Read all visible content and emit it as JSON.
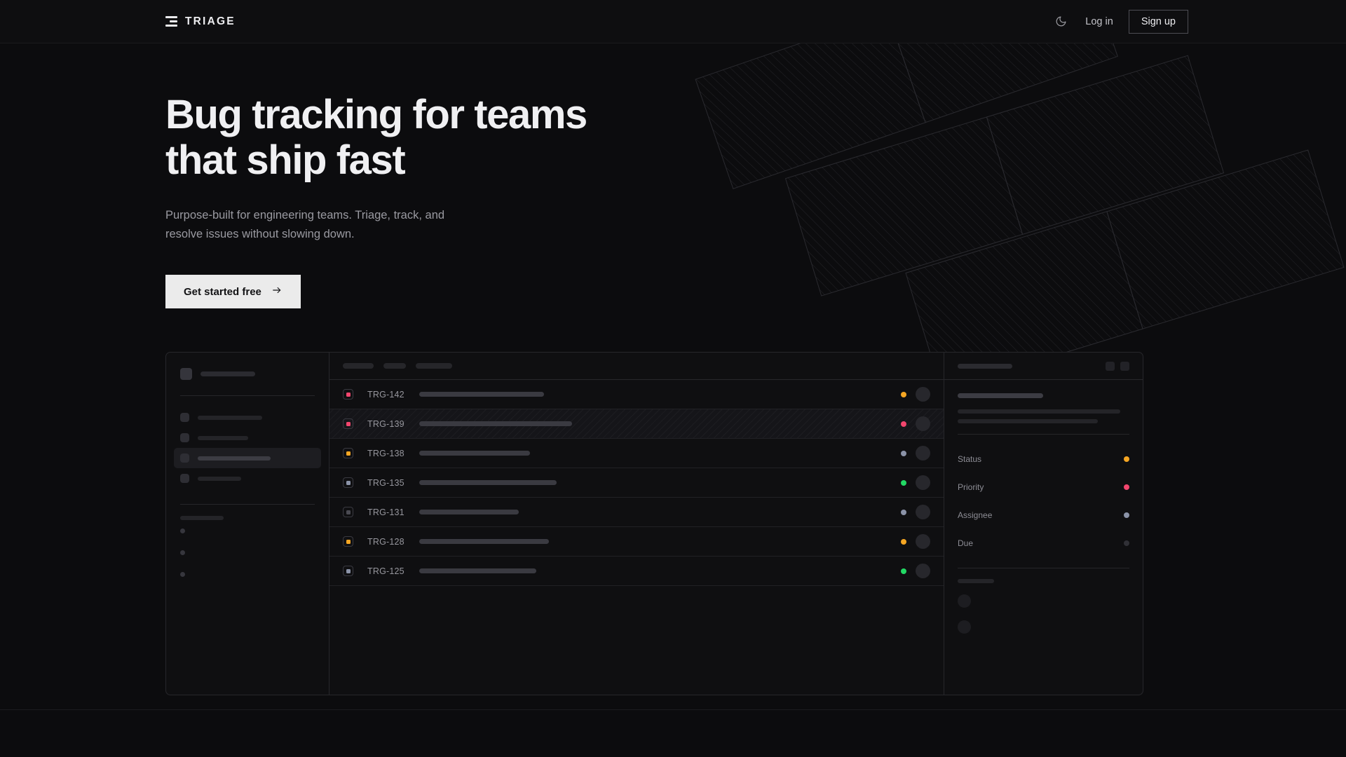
{
  "nav": {
    "brand": "TRIAGE",
    "theme_toggle_icon": "moon-icon",
    "login_label": "Log in",
    "signup_label": "Sign up"
  },
  "hero": {
    "headline_line1": "Bug tracking for teams",
    "headline_line2": "that ship fast",
    "subtext_line1": "Purpose-built for engineering teams. Triage, track, and",
    "subtext_line2": "resolve issues without slowing down.",
    "cta_label": "Get started free",
    "cta_icon": "arrow-right-icon"
  },
  "app_preview": {
    "sidebar": {
      "workspace_placeholder": true,
      "nav_item_count": 4,
      "active_nav_index": 2,
      "project_dot_count": 3
    },
    "toolbar": {
      "pill_widths": [
        44,
        32,
        52
      ]
    },
    "table": {
      "columns": [
        "id",
        "title",
        "status",
        "assignee"
      ],
      "rows": [
        {
          "id": "TRG-142",
          "badge_color": "#f2466e",
          "status_color": "#f5a623",
          "selected": false,
          "title_width": 178
        },
        {
          "id": "TRG-139",
          "badge_color": "#f2466e",
          "status_color": "#f2466e",
          "selected": true,
          "title_width": 218
        },
        {
          "id": "TRG-138",
          "badge_color": "#f5a623",
          "status_color": "#8b93a8",
          "selected": false,
          "title_width": 158
        },
        {
          "id": "TRG-135",
          "badge_color": "#8b93a8",
          "status_color": "#22d964",
          "selected": false,
          "title_width": 196
        },
        {
          "id": "TRG-131",
          "badge_color": "#4a4a52",
          "status_color": "#8b93a8",
          "selected": false,
          "title_width": 142
        },
        {
          "id": "TRG-128",
          "badge_color": "#f5a623",
          "status_color": "#f5a623",
          "selected": false,
          "title_width": 185
        },
        {
          "id": "TRG-125",
          "badge_color": "#8b93a8",
          "status_color": "#22d964",
          "selected": false,
          "title_width": 167
        }
      ]
    },
    "detail": {
      "header_title_width": 78,
      "header_buttons": 2,
      "title_skeleton_width": 122,
      "body_line_widths": [
        232,
        200
      ],
      "fields": [
        {
          "label": "Status",
          "value_color": "#f5a623"
        },
        {
          "label": "Priority",
          "value_color": "#f2466e"
        },
        {
          "label": "Assignee",
          "value_color": "#8b93a8"
        },
        {
          "label": "Due",
          "value_color": "#303036"
        }
      ],
      "activity_label_width": 52,
      "activity_item_count": 2
    }
  },
  "theme": {
    "background": "#0c0c0e",
    "panel": "#0f0f11",
    "border": "#27272b",
    "text_primary": "#f0f0f2",
    "text_muted": "#9a9aa1",
    "accent_orange": "#f5a623",
    "accent_pink": "#f2466e",
    "accent_green": "#22d964",
    "accent_slate": "#8b93a8",
    "cta_bg": "#ebebeb"
  }
}
